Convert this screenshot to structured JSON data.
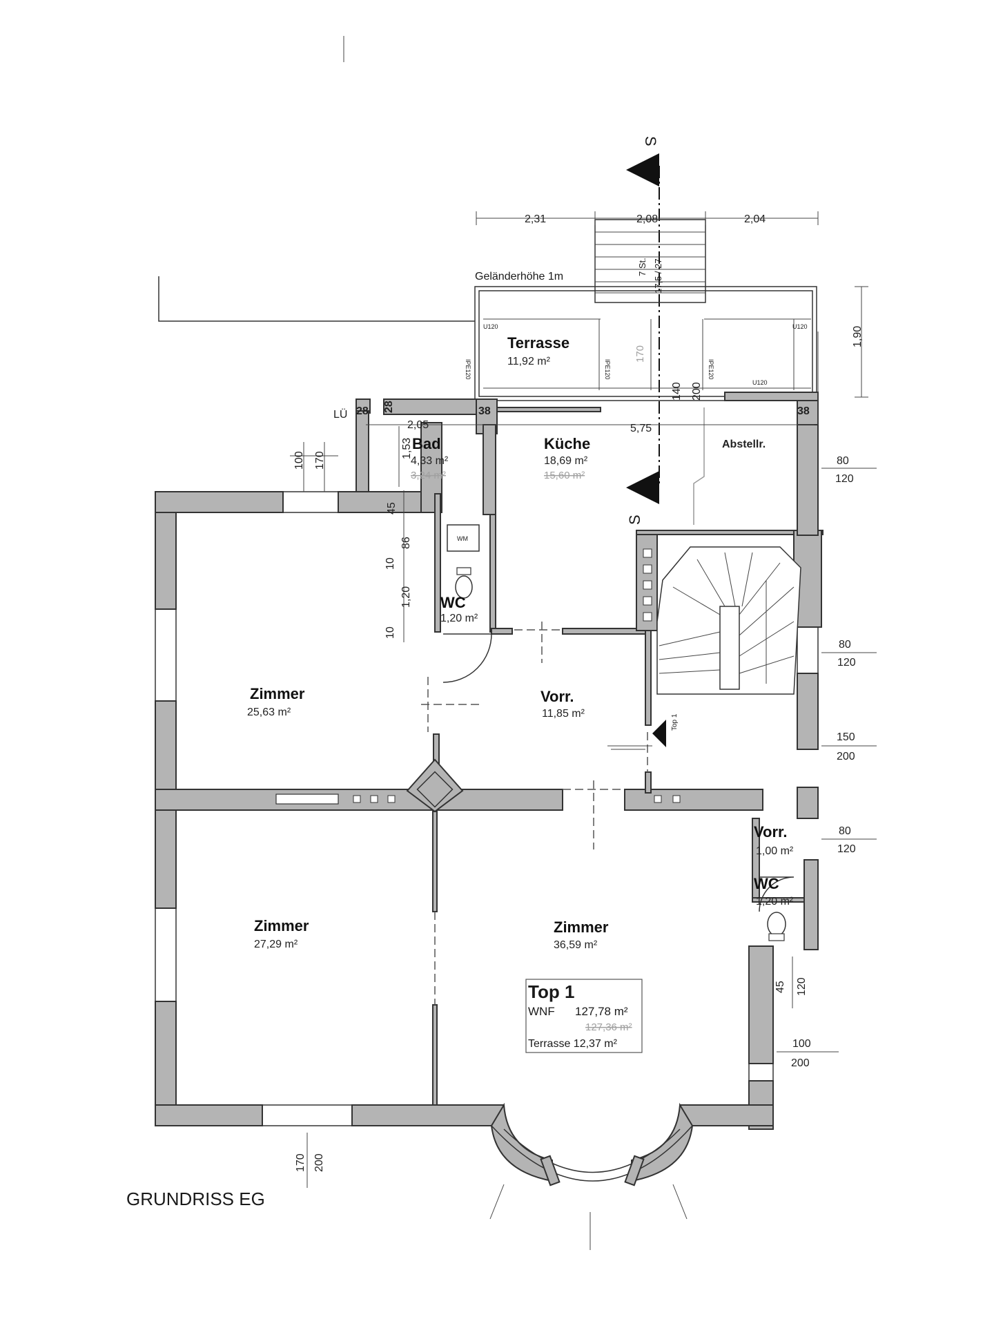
{
  "drawing": {
    "title": "GRUNDRISS EG",
    "railing_note": "Geländerhöhe 1m",
    "stairs_note": "7 St.",
    "stairs_note2": "17,5 / 27",
    "section_mark": "S",
    "top_marker": "Top 1"
  },
  "rooms": [
    {
      "name": "Terrasse",
      "area": "11,92 m²"
    },
    {
      "name": "Bad",
      "area": "4,33 m²",
      "old_area": "3,24 m²"
    },
    {
      "name": "Küche",
      "area": "18,69 m²",
      "old_area": "15,60 m²"
    },
    {
      "name": "Abstellr.",
      "area": ""
    },
    {
      "name": "WC",
      "area": "1,20 m²"
    },
    {
      "name": "Zimmer",
      "area": "25,63 m²"
    },
    {
      "name": "Vorr.",
      "area": "11,85 m²"
    },
    {
      "name": "Vorr.",
      "area": "1,00 m²"
    },
    {
      "name": "WC",
      "area": "1,20 m²"
    },
    {
      "name": "Zimmer",
      "area": "27,29 m²"
    },
    {
      "name": "Zimmer",
      "area": "36,59 m²"
    }
  ],
  "summary": {
    "title": "Top 1",
    "wnf_label": "WNF",
    "wnf_value": "127,78 m²",
    "wnf_old": "127,36 m²",
    "terrace": "Terrasse 12,37 m²"
  },
  "dimensions": {
    "top": [
      "2,31",
      "2,08",
      "2,04"
    ],
    "terrace_depth": "1,90",
    "inner_top": [
      "28",
      "28",
      "2,05",
      "38",
      "5,75",
      "38"
    ],
    "lue": "LÜ",
    "bad_height": "1,53",
    "left_stack": [
      "100",
      "170",
      "45",
      "86",
      "10",
      "1,20",
      "10"
    ],
    "terrace_inner": [
      "170",
      "140",
      "200"
    ],
    "right": [
      {
        "a": "80",
        "b": "120"
      },
      {
        "a": "80",
        "b": "120"
      },
      {
        "a": "150",
        "b": "200"
      },
      {
        "a": "80",
        "b": "120"
      },
      {
        "a": "45",
        "b": "120"
      },
      {
        "a": "100",
        "b": "200"
      }
    ],
    "bottom": [
      "170",
      "200"
    ],
    "beam_labels": [
      "U120",
      "U120",
      "U120",
      "IPE120",
      "IPE120",
      "IPE120"
    ],
    "appliance": "WM"
  }
}
